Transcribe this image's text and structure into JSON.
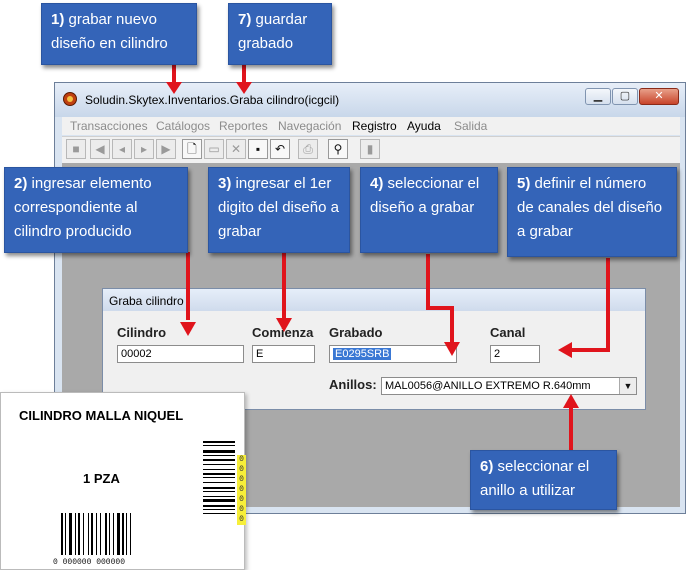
{
  "window": {
    "title": "Soludin.Skytex.Inventarios.Graba cilindro(icgcil)",
    "controls": [
      "▁",
      "▢",
      "✕"
    ]
  },
  "menu": [
    "Transacciones",
    "Catálogos",
    "Reportes",
    "Navegación",
    "Registro",
    "Ayuda",
    "Salida"
  ],
  "toolbar": {
    "icons": [
      "stop-icon",
      "first-icon",
      "previous-icon",
      "next-icon",
      "last-icon",
      "new-icon",
      "open-icon",
      "delete-icon",
      "save-icon",
      "undo-icon",
      "print-icon",
      "find-icon",
      "exit-icon"
    ]
  },
  "form": {
    "title": "Graba cilindro",
    "cilindro_label": "Cilindro",
    "cilindro_value": "00002",
    "comienza_label": "Comienza",
    "comienza_value": "E",
    "grabado_label": "Grabado",
    "grabado_value": "E0295SRB",
    "canal_label": "Canal",
    "canal_value": "2",
    "anillos_label": "Anillos:",
    "anillos_value": "MAL0056@ANILLO EXTREMO R.640mm"
  },
  "callouts": {
    "c1_num": "1)",
    "c1_text": "grabar nuevo diseño en cilindro",
    "c7_num": "7)",
    "c7_text": "guardar grabado",
    "c2_num": "2)",
    "c2_text": "ingresar elemento correspondiente al cilindro producido",
    "c3_num": "3)",
    "c3_text": "ingresar el 1er digito del diseño a grabar",
    "c4_num": "4)",
    "c4_text": "seleccionar el diseño a grabar",
    "c5_num": "5)",
    "c5_text": "definir el número de canales del diseño a grabar",
    "c6_num": "6)",
    "c6_text": "seleccionar el anillo a utilizar"
  },
  "label": {
    "title": "CILINDRO MALLA NIQUEL",
    "qty": "1 PZA",
    "barcode_number": "0 000000 000000",
    "side_code": "0000000"
  },
  "colors": {
    "callout": "#3464b8",
    "arrow": "#e0141c",
    "selection": "#3a78d4"
  }
}
